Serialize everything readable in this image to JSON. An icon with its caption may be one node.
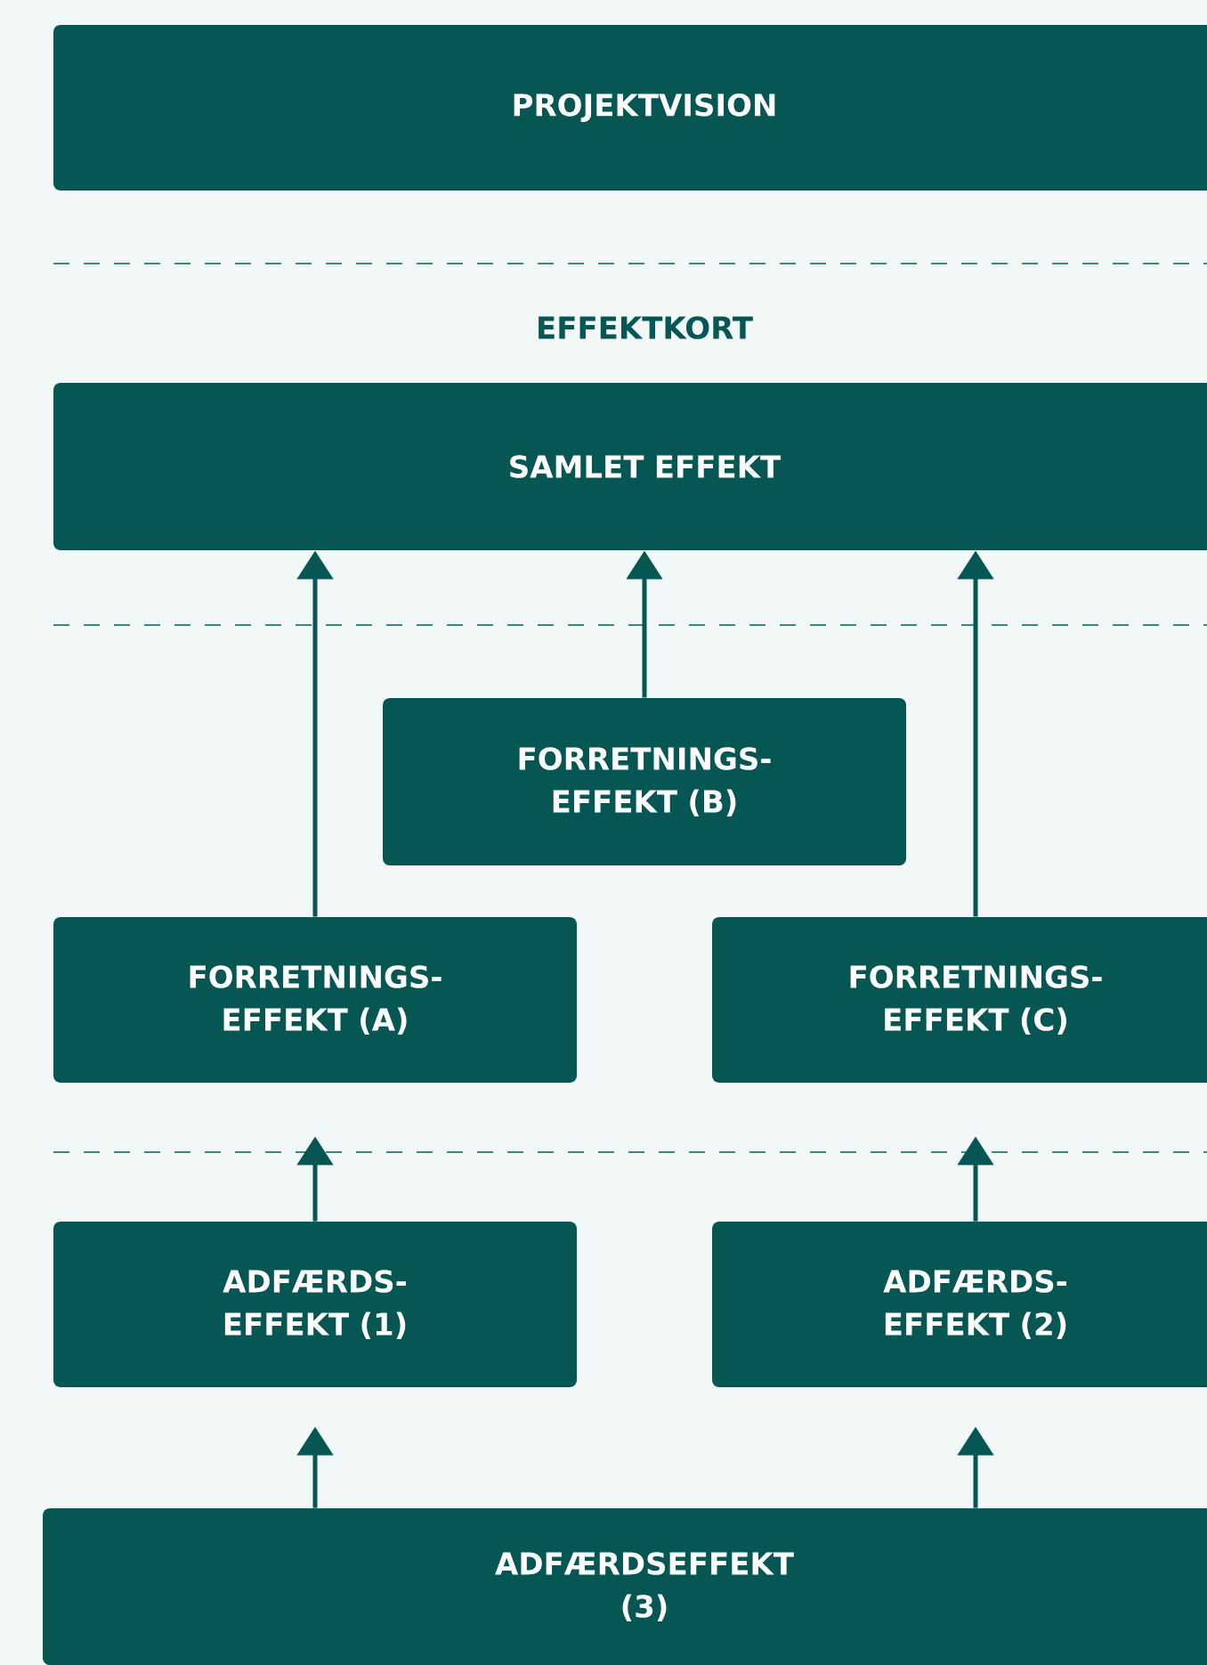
{
  "diagram": {
    "nodes": [
      {
        "text": [
          "PROJEKTVISION"
        ]
      },
      {
        "text": [
          "SAMLET EFFEKT"
        ]
      },
      {
        "text": [
          "FORRETNINGS- EFFEKT (B)"
        ]
      },
      {
        "text": [
          "FORRETNINGS- EFFEKT (A)"
        ]
      },
      {
        "text": [
          "FORRETNINGS- EFFEKT (C)"
        ]
      },
      {
        "text": [
          "ADFÆRDS- EFFEKT (1)"
        ]
      },
      {
        "text": [
          "ADFÆRDS- EFFEKT (2)"
        ]
      },
      {
        "text": [
          "ADFÆRDSEFFEKT (3)"
        ]
      }
    ],
    "edges": [
      {
        "from": 3,
        "to": 1,
        "arrow": "to"
      },
      {
        "from": 2,
        "to": 1,
        "arrow": "to"
      },
      {
        "from": 4,
        "to": 1,
        "arrow": "to"
      },
      {
        "from": 5,
        "to": 3,
        "arrow": "to"
      },
      {
        "from": 6,
        "to": 4,
        "arrow": "to"
      },
      {
        "from": 7,
        "to": 5,
        "arrow": "to"
      },
      {
        "from": 7,
        "to": 6,
        "arrow": "to"
      }
    ],
    "labels": [
      "EFFEKTKORT"
    ]
  }
}
